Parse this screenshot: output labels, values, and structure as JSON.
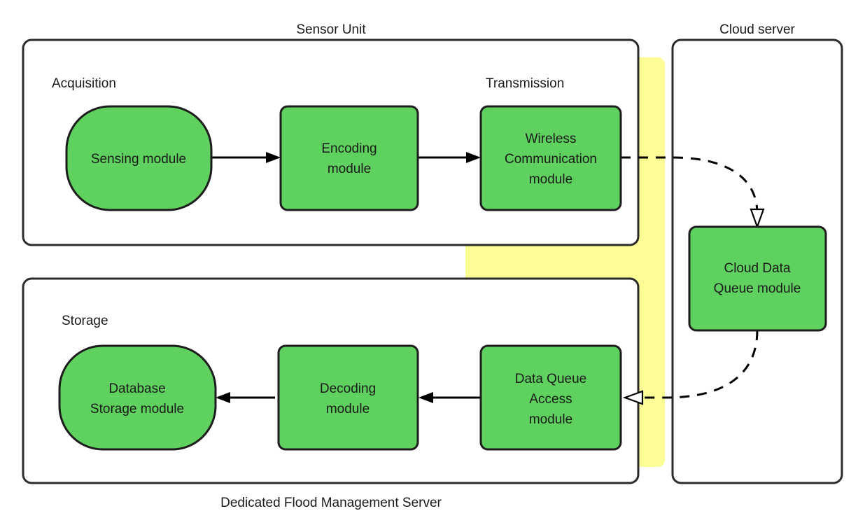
{
  "diagram": {
    "title_caption": "Dedicated Flood Management Server",
    "colors": {
      "module_fill": "#5ed15e",
      "band_fill": "#fdfd96",
      "container_stroke": "#2b2b2b",
      "module_stroke": "#1d1d1d",
      "arrow": "#000000",
      "background": "#ffffff",
      "text": "#1a1a1a"
    },
    "containers": [
      {
        "id": "sensor-unit",
        "label": "Sensor Unit",
        "label_position": "top-center"
      },
      {
        "id": "cloud-server",
        "label": "Cloud server",
        "label_position": "top-center"
      },
      {
        "id": "flood-server",
        "label": "Dedicated Flood Management Server",
        "label_position": "bottom-center"
      }
    ],
    "bands": [
      {
        "id": "acquisition",
        "label": "Acquisition"
      },
      {
        "id": "transmission",
        "label": "Transmission"
      },
      {
        "id": "storage",
        "label": "Storage"
      },
      {
        "id": "cloud-band",
        "label": ""
      }
    ],
    "modules": [
      {
        "id": "sensing-module",
        "lines": [
          "Sensing module"
        ],
        "shape": "capsule",
        "band": "acquisition"
      },
      {
        "id": "encoding-module",
        "lines": [
          "Encoding",
          "module"
        ],
        "shape": "rounded-rect",
        "band": "acquisition"
      },
      {
        "id": "wireless-communication-module",
        "lines": [
          "Wireless",
          "Communication",
          "module"
        ],
        "shape": "rounded-rect",
        "band": "transmission"
      },
      {
        "id": "cloud-data-queue-module",
        "lines": [
          "Cloud Data",
          "Queue module"
        ],
        "shape": "rounded-rect",
        "band": "cloud-band"
      },
      {
        "id": "data-queue-access-module",
        "lines": [
          "Data Queue",
          "Access",
          "module"
        ],
        "shape": "rounded-rect",
        "band": "transmission"
      },
      {
        "id": "decoding-module",
        "lines": [
          "Decoding",
          "module"
        ],
        "shape": "rounded-rect",
        "band": "storage"
      },
      {
        "id": "database-storage-module",
        "lines": [
          "Database",
          "Storage module"
        ],
        "shape": "capsule",
        "band": "storage"
      }
    ],
    "connections": [
      {
        "id": "sensing-to-encoding",
        "from": "sensing-module",
        "to": "encoding-module",
        "style": "solid",
        "arrowhead": "filled"
      },
      {
        "id": "encoding-to-wireless",
        "from": "encoding-module",
        "to": "wireless-communication-module",
        "style": "solid",
        "arrowhead": "filled"
      },
      {
        "id": "wireless-to-cloud-queue",
        "from": "wireless-communication-module",
        "to": "cloud-data-queue-module",
        "style": "dashed",
        "arrowhead": "hollow"
      },
      {
        "id": "cloud-queue-to-data-queue-access",
        "from": "cloud-data-queue-module",
        "to": "data-queue-access-module",
        "style": "dashed",
        "arrowhead": "hollow"
      },
      {
        "id": "data-queue-access-to-decoding",
        "from": "data-queue-access-module",
        "to": "decoding-module",
        "style": "solid",
        "arrowhead": "filled"
      },
      {
        "id": "decoding-to-database-storage",
        "from": "decoding-module",
        "to": "database-storage-module",
        "style": "solid",
        "arrowhead": "filled"
      }
    ]
  }
}
